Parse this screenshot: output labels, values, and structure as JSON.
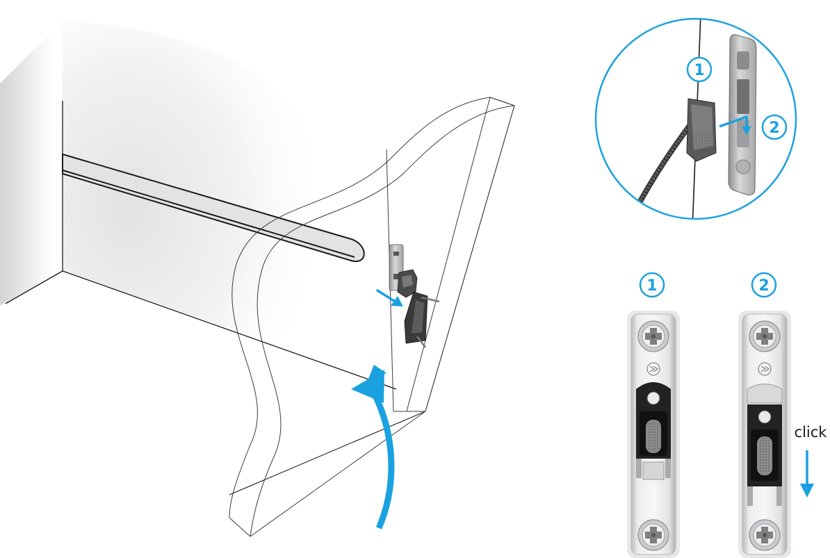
{
  "colors": {
    "accent": "#1aa1e0",
    "line": "#1a1a1a",
    "metal": "#d9dadb",
    "metal_dark": "#9a9c9e",
    "dark_part": "#2b2b2b",
    "wall_shadow": "#dcdcdc"
  },
  "icons": {
    "movement_arrow": "curved-arrow-icon",
    "insert_arrow": "arrow-icon",
    "click_arrow": "arrow-down-icon",
    "screw": "screw-icon"
  },
  "detail": {
    "step1_number": "1",
    "step2_number": "2"
  },
  "stages": {
    "stage1_number": "1",
    "stage2_number": "2",
    "click_label": "click"
  }
}
